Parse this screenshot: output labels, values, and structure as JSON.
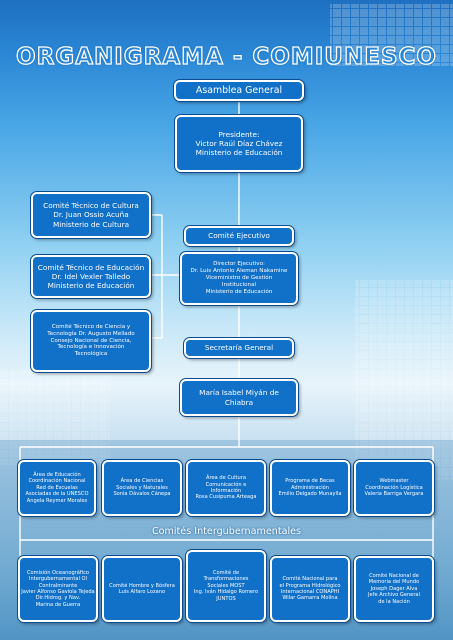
{
  "title": "ORGANIGRAMA - COMIUNESCO",
  "nodes": {
    "asamblea": {
      "lines": [
        "Asamblea General"
      ]
    },
    "presidente": {
      "lines": [
        "Presidente:",
        "Victor Raúl Díaz Chávez",
        "Ministerio de Educación"
      ]
    },
    "ct_cultura": {
      "lines": [
        "Comité Técnico de Cultura",
        "Dr. Juan Ossio Acuña",
        "Ministerio de Cultura"
      ]
    },
    "ct_educacion": {
      "lines": [
        "Comité Técnico de Educación",
        "Dr. Idel Vexler Talledo",
        "Ministerio de Educación"
      ]
    },
    "ct_ciencia": {
      "lines": [
        "Comité Técnico de Ciencia y",
        "Tecnología Dr. Augusto Mellado",
        "Consejo Nacional de Ciencia,",
        "Tecnología e Innovación",
        "Tecnológica"
      ]
    },
    "ejecutivo": {
      "lines": [
        "Comité Ejecutivo"
      ]
    },
    "director": {
      "lines": [
        "Director Ejecutivo:",
        "Dr. Luis Antonio Aleman Nakamine",
        "Viceministro de Gestión",
        "Institucional",
        "Ministerio de Educación"
      ]
    },
    "secretaria": {
      "lines": [
        "Secretaría General"
      ]
    },
    "maria": {
      "lines": [
        "María Isabel Miyán de",
        "Chiabra"
      ]
    }
  },
  "areas": [
    {
      "lines": [
        "Área de Educación",
        "Coordinación Nacional",
        "Red de Escuelas",
        "Asociadas de la UNESCO",
        "Angela Reymer Morales"
      ]
    },
    {
      "lines": [
        "Área de Ciencias",
        "Sociales y Naturales",
        "Sonia Dávalos Cánepa"
      ]
    },
    {
      "lines": [
        "Área de Cultura",
        "Comunicación e",
        "Información",
        "Rosa Cusipuma Arteaga"
      ]
    },
    {
      "lines": [
        "Programa de Becas",
        "Administración",
        "Emilio Delgado Munaylla"
      ]
    },
    {
      "lines": [
        "Webmaster",
        "Coordinación Logística",
        "Valeria Barriga Vergara"
      ]
    }
  ],
  "comites_label": "Comités Intergubernamentales",
  "comites": [
    {
      "lines": [
        "Comisión Oceanográfico",
        "Intergubernamental OI",
        "Contralmirante",
        "Javier Alfonso Gaviola Tejeda",
        "Dir.Hidrog. y Nav.",
        "Marina de Guerra"
      ]
    },
    {
      "lines": [
        "Comité Hombre y Bósfera",
        "Luis Alfaro Lozano"
      ]
    },
    {
      "lines": [
        "Comité de",
        "Transformaciones",
        "Sociales MOST",
        "Ing. Iván Hidalgo Romero",
        "JUNTOS"
      ]
    },
    {
      "lines": [
        "Comité Nacional para",
        "el Programa Hidrológico",
        "Internacional CONAPHI",
        "Wilar Gamarra Molina"
      ]
    },
    {
      "lines": [
        "Comité Nacional de",
        "Memoria del Mundo",
        "Joseph Dager Alva",
        "Jefe Archivo General",
        "de la Nación"
      ]
    }
  ],
  "colors": {
    "box_fill": "#1170c8",
    "box_border": "#ffffff",
    "title_fill": "#2a86d4",
    "line": "#ffffff"
  }
}
